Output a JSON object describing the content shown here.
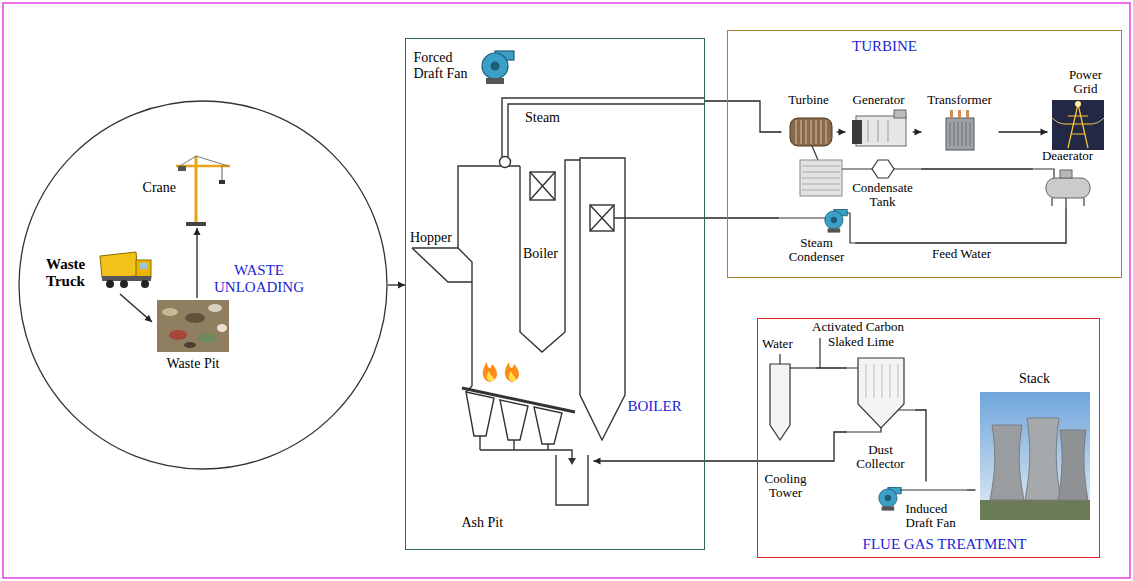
{
  "diagram": {
    "nodes": [
      {
        "text": [
          "WASTE UNLOADING"
        ]
      },
      {
        "text": [
          "Crane"
        ],
        "in": 0
      },
      {
        "text": [
          "Waste Truck"
        ],
        "in": 0
      },
      {
        "text": [
          "Waste Pit"
        ],
        "in": 0
      },
      {
        "text": [
          "BOILER"
        ]
      },
      {
        "text": [
          "Forced Draft Fan"
        ],
        "in": 4
      },
      {
        "text": [
          "Ash Pit"
        ],
        "in": 4
      },
      {
        "text": [
          "TURBINE"
        ]
      },
      {
        "text": [
          "Turbine"
        ],
        "in": 7
      },
      {
        "text": [
          "Generator"
        ],
        "in": 7
      },
      {
        "text": [
          "Transformer"
        ],
        "in": 7
      },
      {
        "text": [
          "Power Grid"
        ],
        "in": 7
      },
      {
        "text": [
          "Condensate Tank"
        ],
        "in": 7
      },
      {
        "text": [
          "Deaerator"
        ],
        "in": 7
      },
      {
        "text": [
          "Steam Condenser"
        ],
        "in": 7
      },
      {
        "text": [
          "FLUE GAS TREATMENT"
        ]
      },
      {
        "text": [
          "Cooling Tower"
        ],
        "in": 15
      },
      {
        "text": [
          "Dust Collector"
        ],
        "in": 15
      },
      {
        "text": [
          "Induced Draft Fan"
        ],
        "in": 15
      },
      {
        "text": [
          "Stack"
        ],
        "in": 15
      }
    ],
    "edges": [
      {
        "from": 2,
        "to": 3,
        "arrow": "to"
      },
      {
        "from": 3,
        "to": 1,
        "arrow": "to"
      },
      {
        "from": 0,
        "to": 4,
        "arrow": "to"
      },
      {
        "from": 4,
        "to": 8,
        "arrow": "none"
      },
      {
        "from": 8,
        "to": 9,
        "arrow": "to"
      },
      {
        "from": 9,
        "to": 10,
        "arrow": "to"
      },
      {
        "from": 10,
        "to": 11,
        "arrow": "to"
      },
      {
        "from": 12,
        "to": 13,
        "arrow": "none"
      },
      {
        "from": 13,
        "to": 14,
        "label": "Feed Water",
        "arrow": "none"
      },
      {
        "from": 14,
        "to": 4,
        "arrow": "none"
      },
      {
        "from": 16,
        "to": 17,
        "arrow": "none"
      },
      {
        "from": 17,
        "to": 18,
        "arrow": "none"
      },
      {
        "from": 18,
        "to": 19,
        "arrow": "none"
      },
      {
        "from": 17,
        "to": 6,
        "arrow": "to"
      }
    ],
    "labels": [
      "Steam",
      "Hopper",
      "Boiler",
      "Water",
      "Activated Carbon",
      "Slaked Lime"
    ]
  }
}
